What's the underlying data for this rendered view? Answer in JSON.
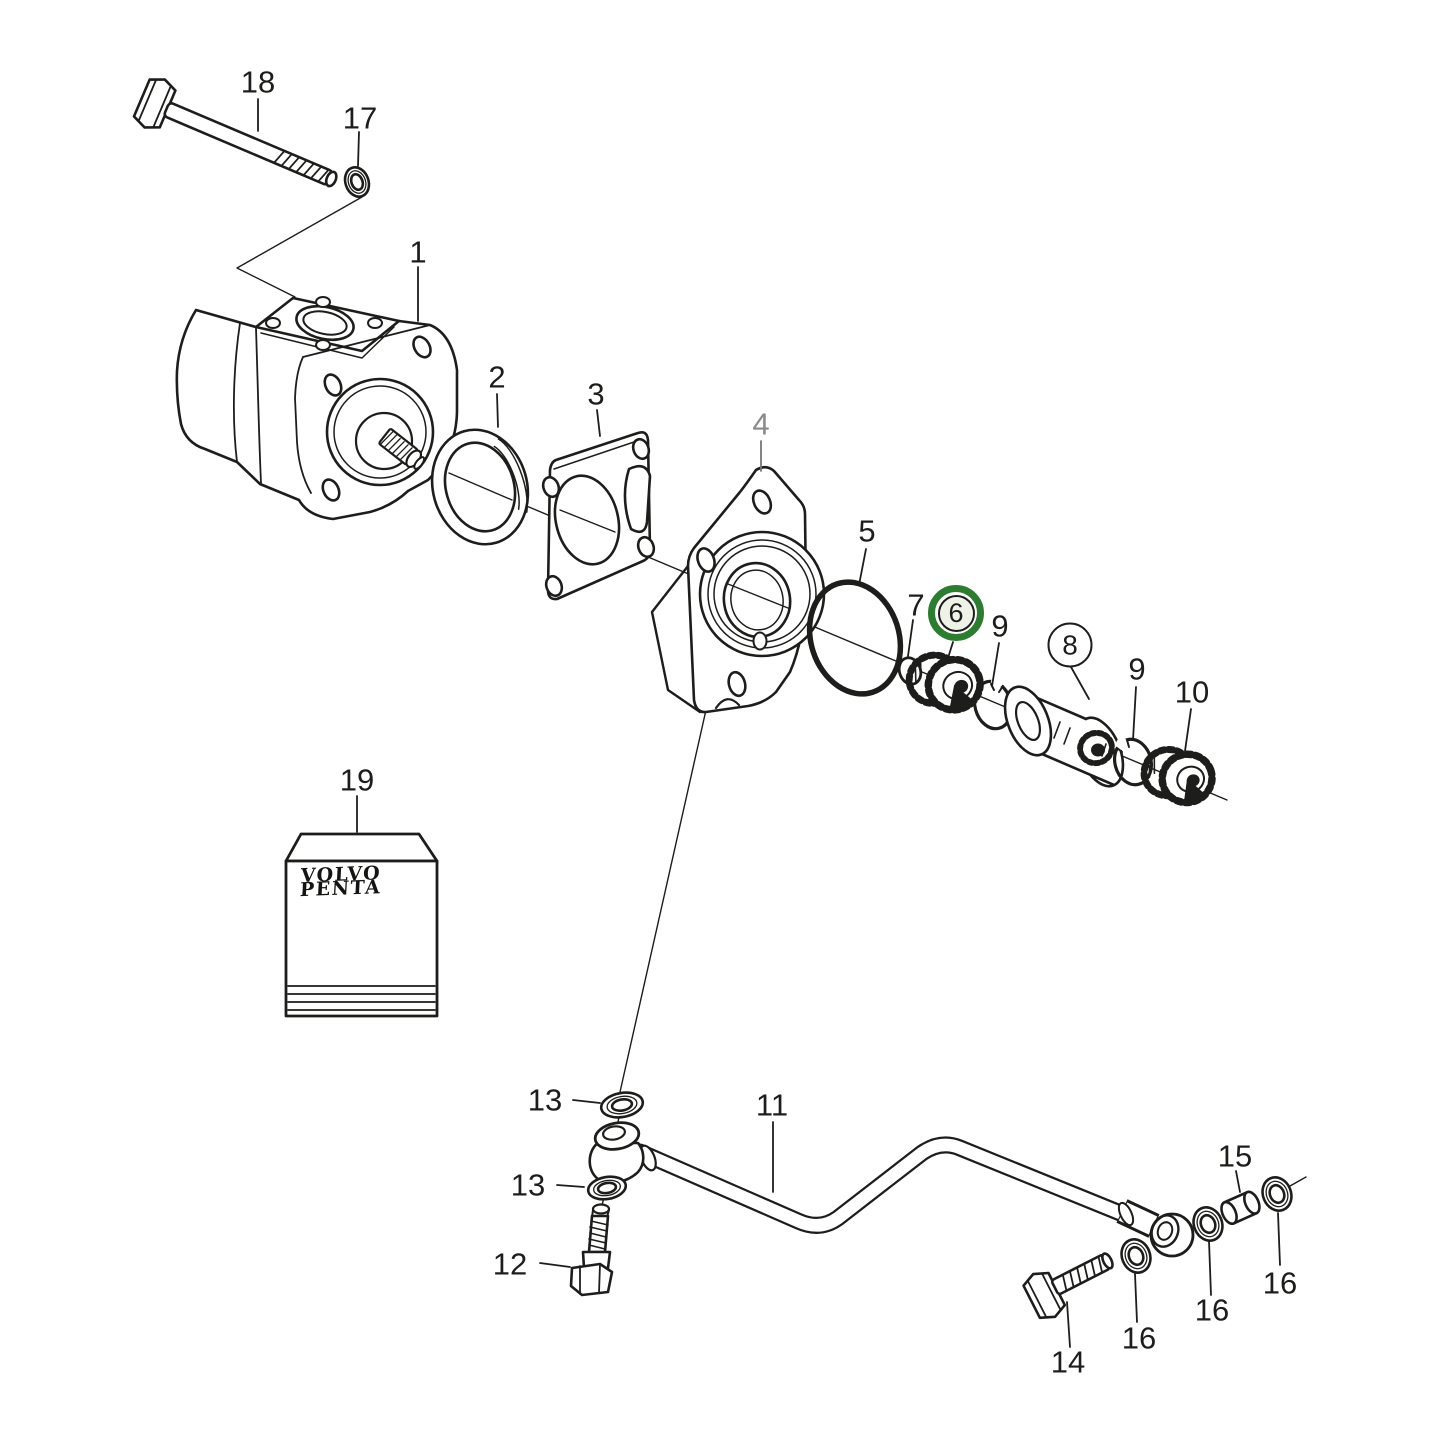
{
  "diagram": {
    "type": "exploded-parts-diagram",
    "subject": "hydraulic pump assembly",
    "colors": {
      "background": "#ffffff",
      "line": "#1d1d1b",
      "muted_label": "#8a8a8a",
      "highlight_ring": "#2d7d31",
      "highlight_fill": "#eef3e8"
    },
    "brand_box": {
      "line1": "VOLVO",
      "line2": "PENTA"
    },
    "highlighted_part": "6",
    "callouts": [
      {
        "text": "18",
        "kind": "plain"
      },
      {
        "text": "17",
        "kind": "plain"
      },
      {
        "text": "1",
        "kind": "plain"
      },
      {
        "text": "2",
        "kind": "plain"
      },
      {
        "text": "3",
        "kind": "plain"
      },
      {
        "text": "4",
        "kind": "muted"
      },
      {
        "text": "5",
        "kind": "plain"
      },
      {
        "text": "7",
        "kind": "plain"
      },
      {
        "text": "6",
        "kind": "highlighted-circle"
      },
      {
        "text": "9",
        "kind": "plain"
      },
      {
        "text": "8",
        "kind": "circled"
      },
      {
        "text": "9",
        "kind": "plain"
      },
      {
        "text": "10",
        "kind": "plain"
      },
      {
        "text": "19",
        "kind": "plain"
      },
      {
        "text": "13",
        "kind": "plain"
      },
      {
        "text": "11",
        "kind": "plain"
      },
      {
        "text": "13",
        "kind": "plain"
      },
      {
        "text": "12",
        "kind": "plain"
      },
      {
        "text": "15",
        "kind": "plain"
      },
      {
        "text": "16",
        "kind": "plain"
      },
      {
        "text": "16",
        "kind": "plain"
      },
      {
        "text": "16",
        "kind": "plain"
      },
      {
        "text": "14",
        "kind": "plain"
      }
    ]
  }
}
